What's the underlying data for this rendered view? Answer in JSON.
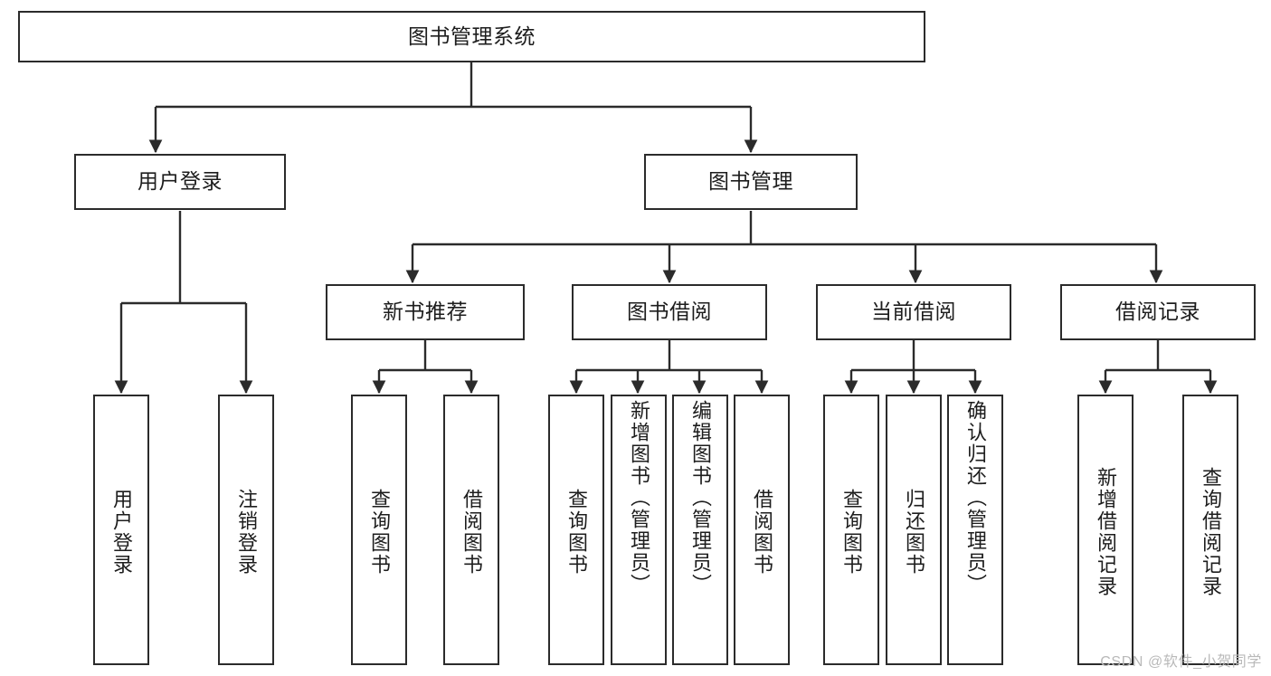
{
  "diagram": {
    "type": "tree-hierarchy",
    "title": "图书管理系统",
    "watermark": "CSDN @软件_小贺同学",
    "colors": {
      "stroke": "#2b2b2b",
      "fill": "#ffffff",
      "text": "#1d1d1d",
      "watermark": "#b9b9b9"
    },
    "root": {
      "label": "图书管理系统"
    },
    "level2": [
      {
        "label": "用户登录"
      },
      {
        "label": "图书管理"
      }
    ],
    "level3": [
      {
        "label": "新书推荐"
      },
      {
        "label": "图书借阅"
      },
      {
        "label": "当前借阅"
      },
      {
        "label": "借阅记录"
      }
    ],
    "leaves": {
      "user_login": [
        {
          "label": "用户登录"
        },
        {
          "label": "注销登录"
        }
      ],
      "new_book_recommend": [
        {
          "label": "查询图书"
        },
        {
          "label": "借阅图书"
        }
      ],
      "book_borrow": [
        {
          "label": "查询图书"
        },
        {
          "label": "新增图书（管理员）"
        },
        {
          "label": "编辑图书（管理员）"
        },
        {
          "label": "借阅图书"
        }
      ],
      "current_borrow": [
        {
          "label": "查询图书"
        },
        {
          "label": "归还图书"
        },
        {
          "label": "确认归还（管理员）"
        }
      ],
      "borrow_record": [
        {
          "label": "新增借阅记录"
        },
        {
          "label": "查询借阅记录"
        }
      ]
    }
  }
}
